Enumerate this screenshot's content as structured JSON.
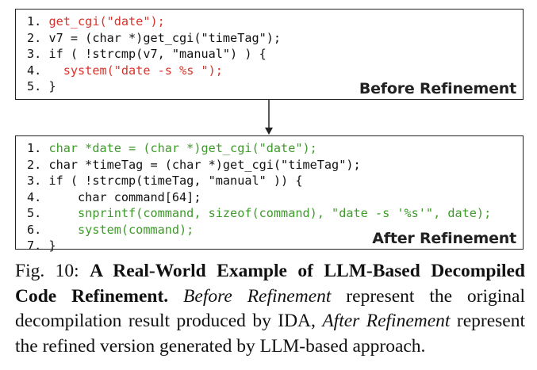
{
  "before_panel": {
    "label": "Before Refinement",
    "lines": [
      {
        "num": "1.",
        "indent": "",
        "text": "get_cgi(\"date\");",
        "color": "#d8342b"
      },
      {
        "num": "2.",
        "indent": "",
        "text": "v7 = (char *)get_cgi(\"timeTag\");",
        "color": "#111111"
      },
      {
        "num": "3.",
        "indent": "",
        "text": "if ( !strcmp(v7, \"manual\") ) {",
        "color": "#111111"
      },
      {
        "num": "4.",
        "indent": "  ",
        "text": "system(\"date -s %s \");",
        "color": "#d8342b"
      },
      {
        "num": "5.",
        "indent": "",
        "text": "}",
        "color": "#111111"
      }
    ]
  },
  "after_panel": {
    "label": "After Refinement",
    "lines": [
      {
        "num": "1.",
        "indent": "",
        "text": "char *date = (char *)get_cgi(\"date\");",
        "color": "#3e9a2a"
      },
      {
        "num": "2.",
        "indent": "",
        "text": "char *timeTag = (char *)get_cgi(\"timeTag\");",
        "color": "#111111"
      },
      {
        "num": "3.",
        "indent": "",
        "text": "if ( !strcmp(timeTag, \"manual\" )) {",
        "color": "#111111"
      },
      {
        "num": "4.",
        "indent": "    ",
        "text": "char command[64];",
        "color": "#111111"
      },
      {
        "num": "5.",
        "indent": "    ",
        "text": "snprintf(command, sizeof(command), \"date -s '%s'\", date);",
        "color": "#3e9a2a"
      },
      {
        "num": "6.",
        "indent": "    ",
        "text": "system(command);",
        "color": "#3e9a2a"
      },
      {
        "num": "7.",
        "indent": "",
        "text": "}",
        "color": "#111111"
      }
    ]
  },
  "caption": {
    "prefix": "Fig. 10: ",
    "bold_title": "A Real-World Example of LLM-Based Decompiled Code Refinement.",
    "italic_1": "Before Refinement",
    "text_1": " represent the original decompilation result produced by IDA, ",
    "italic_2": "After Refinement",
    "text_2": " represent the refined version generated by LLM-based approach."
  }
}
